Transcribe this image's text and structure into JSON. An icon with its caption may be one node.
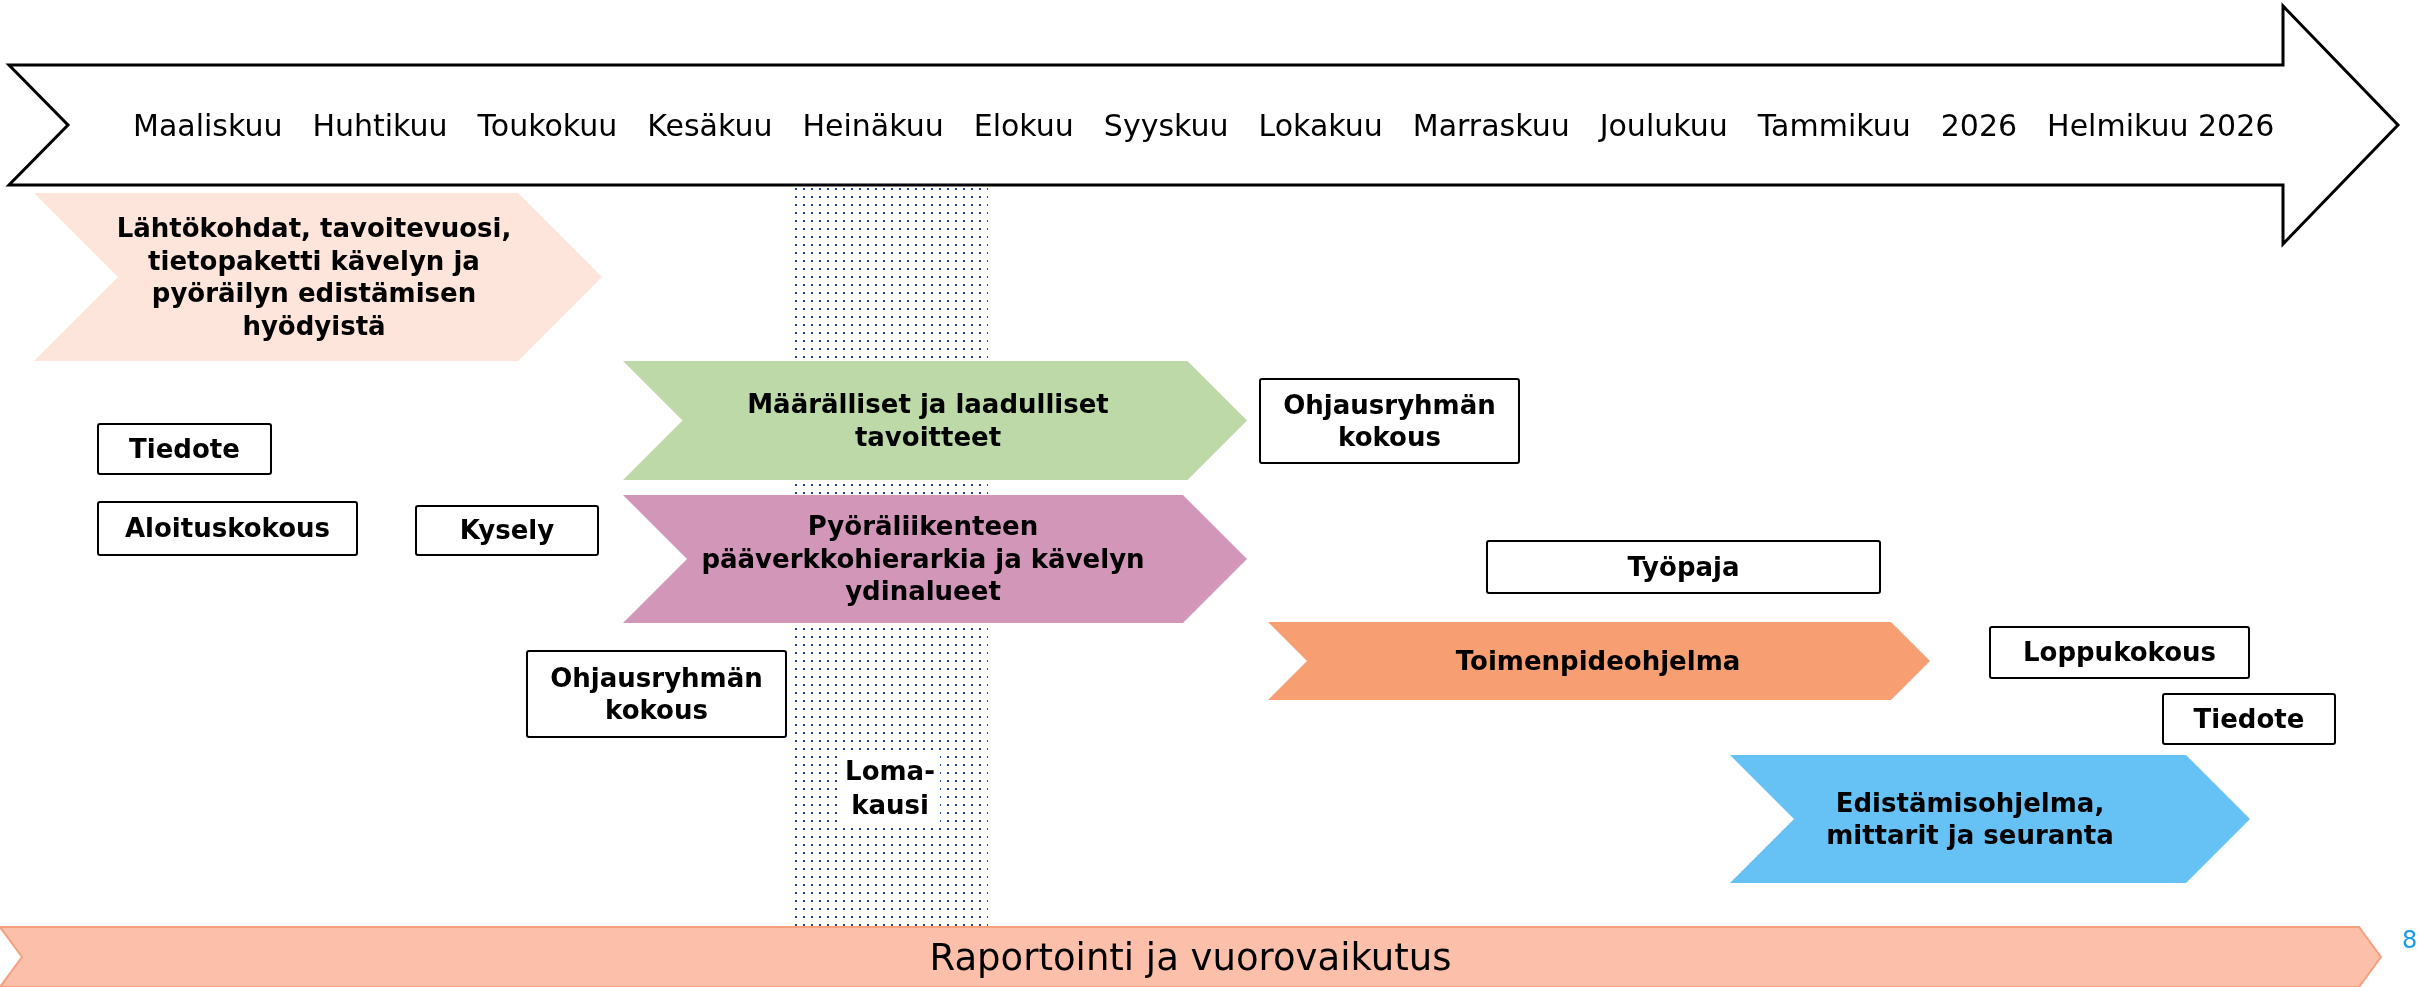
{
  "diagram": {
    "nodes": [
      {
        "text": [
          "Maaliskuu",
          "Huhtikuu",
          "Toukokuu",
          "Kesäkuu",
          "Heinäkuu",
          "Elokuu",
          "Syyskuu",
          "Lokakuu",
          "Marraskuu",
          "Joulukuu",
          "Tammikuu",
          "2026",
          "Helmikuu 2026"
        ]
      },
      {
        "text": [
          "Loma- kausi"
        ]
      },
      {
        "text": [
          "Lähtökohdat, tavoitevuosi, tietopaketti kävelyn ja pyöräilyn edistämisen hyödyistä"
        ]
      },
      {
        "text": [
          "Tiedote"
        ]
      },
      {
        "text": [
          "Aloituskokous"
        ]
      },
      {
        "text": [
          "Kysely"
        ]
      },
      {
        "text": [
          "Määrälliset ja laadulliset tavoitteet"
        ]
      },
      {
        "text": [
          "Ohjausryhmän kokous"
        ]
      },
      {
        "text": [
          "Pyöräliikenteen pääverkkohierarkia ja kävelyn ydinalueet"
        ]
      },
      {
        "text": [
          "Ohjausryhmän kokous"
        ]
      },
      {
        "text": [
          "Työpaja"
        ]
      },
      {
        "text": [
          "Toimenpideohjelma"
        ]
      },
      {
        "text": [
          "Loppukokous"
        ]
      },
      {
        "text": [
          "Tiedote"
        ]
      },
      {
        "text": [
          "Edistämisohjelma, mittarit ja seuranta"
        ]
      },
      {
        "text": [
          "Raportointi ja vuorovaikutus"
        ]
      }
    ],
    "edges": [],
    "labels": [
      "8"
    ]
  }
}
